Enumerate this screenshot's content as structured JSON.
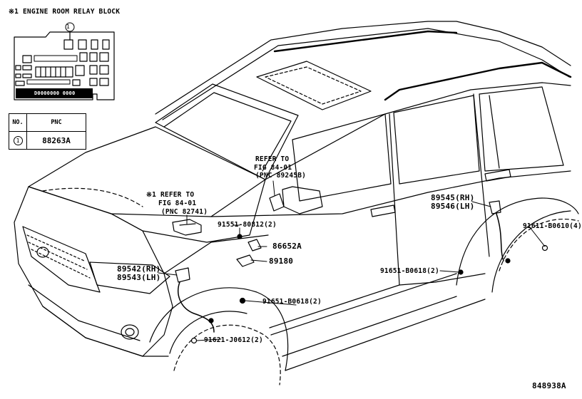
{
  "relay_block": {
    "title": "※1 ENGINE ROOM RELAY BLOCK",
    "callout_number": "1",
    "connector_text": "D0000000 0000"
  },
  "pnc_table": {
    "headers": [
      "NO.",
      "PNC"
    ],
    "rows": [
      {
        "no": "1",
        "pnc": "88263A"
      }
    ]
  },
  "labels": {
    "refer_fig_right_1": "REFER TO",
    "refer_fig_right_2": "FIG 84-01",
    "refer_fig_right_3": "(PNC 89245B)",
    "refer_fig_left_1": "※1 REFER TO",
    "refer_fig_left_2": "FIG 84-01",
    "refer_fig_left_3": "(PNC 82741)",
    "bolt_91551": "91551-80812(2)",
    "part_86652A": "86652A",
    "part_89180": "89180",
    "part_89542": "89542(RH)",
    "part_89543": "89543(LH)",
    "part_89545": "89545(RH)",
    "part_89546": "89546(LH)",
    "clip_91611": "91611-B0610(4)",
    "clip_91651_rear": "91651-B0618(2)",
    "clip_91651_front": "91651-B0618(2)",
    "bolt_91621": "91621-J0612(2)",
    "figure_id": "848938A"
  }
}
